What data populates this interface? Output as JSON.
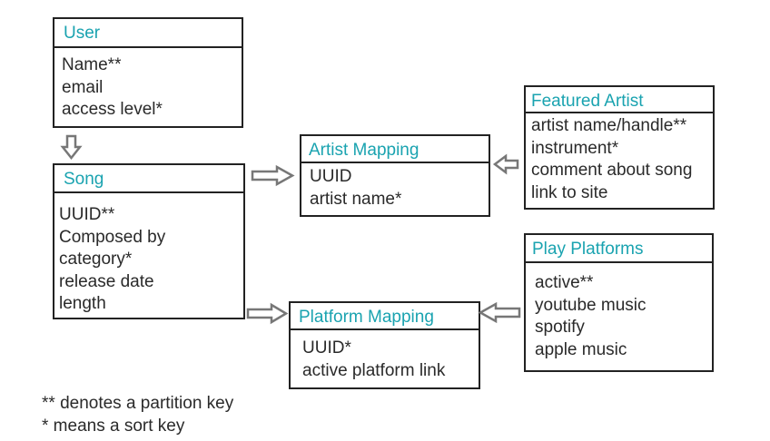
{
  "colors": {
    "header_text": "#1aa3b0",
    "body_text": "#2a2a2a",
    "border": "#222222",
    "arrow_stroke": "#777777"
  },
  "entities": {
    "user": {
      "title": "User",
      "fields": [
        "Name**",
        "email",
        "access level*"
      ]
    },
    "song": {
      "title": "Song",
      "fields": [
        "UUID**",
        "Composed by",
        "category*",
        "release date",
        "length"
      ]
    },
    "artist_mapping": {
      "title": "Artist Mapping",
      "fields": [
        "UUID",
        "artist name*"
      ]
    },
    "featured_artist": {
      "title": "Featured Artist",
      "fields": [
        "artist name/handle**",
        "instrument*",
        "comment about song",
        "link to site"
      ]
    },
    "platform_mapping": {
      "title": "Platform Mapping",
      "fields": [
        "UUID*",
        "active platform link"
      ]
    },
    "play_platforms": {
      "title": "Play Platforms",
      "fields": [
        "active**",
        "youtube music",
        "spotify",
        "apple music"
      ]
    }
  },
  "arrows": [
    {
      "from": "user",
      "to": "song",
      "direction": "down"
    },
    {
      "from": "song",
      "to": "artist_mapping",
      "direction": "right"
    },
    {
      "from": "featured_artist",
      "to": "artist_mapping",
      "direction": "left"
    },
    {
      "from": "song",
      "to": "platform_mapping",
      "direction": "right"
    },
    {
      "from": "play_platforms",
      "to": "platform_mapping",
      "direction": "left"
    }
  ],
  "legend": [
    "** denotes a partition key",
    "* means a sort key"
  ]
}
